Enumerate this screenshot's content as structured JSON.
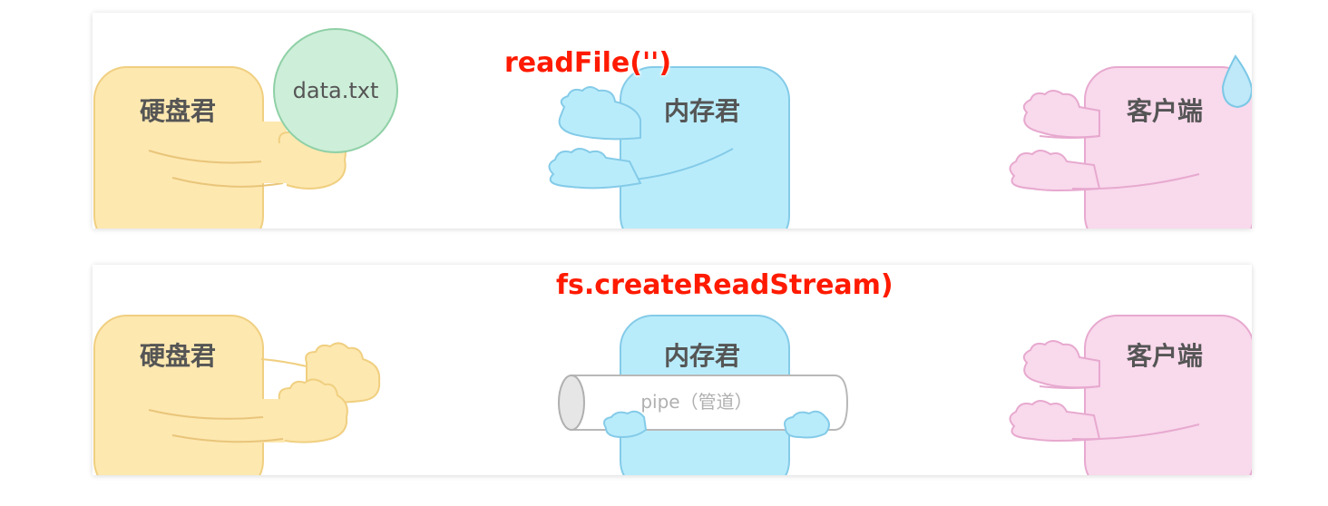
{
  "panels": [
    {
      "caption": "readFile('')",
      "hard_disk_label": "硬盘君",
      "file_label": "data.txt",
      "memory_label": "内存君",
      "client_label": "客户端"
    },
    {
      "caption": "fs.createReadStream)",
      "hard_disk_label": "硬盘君",
      "memory_label": "内存君",
      "pipe_label": "pipe（管道）",
      "client_label": "客户端"
    }
  ],
  "colors": {
    "hard_disk_fill": "#fde8b0",
    "hard_disk_stroke": "#f0cf80",
    "memory_fill": "#b9ecfb",
    "memory_stroke": "#84cbe8",
    "client_fill": "#f9d9ec",
    "client_stroke": "#e7a9cf",
    "file_fill": "#cdeed9",
    "file_stroke": "#8fd0a6",
    "caption": "#ff1a00",
    "panel_bg": "#ffffff"
  },
  "icons": [
    "sweat-drop-icon"
  ]
}
